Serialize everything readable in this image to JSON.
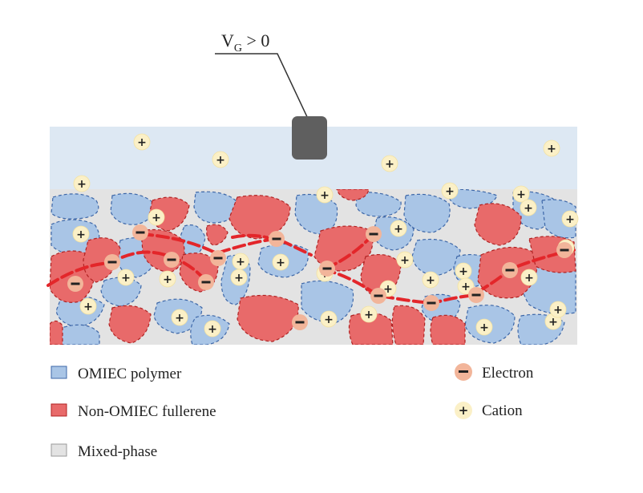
{
  "gate": {
    "label_main": "V",
    "label_sub": "G",
    "label_rest": " > 0"
  },
  "particles": {
    "cation_symbol": "+",
    "electron_symbol": "−"
  },
  "legend": {
    "items": [
      {
        "label": "OMIEC polymer",
        "color": "#a9c5e6"
      },
      {
        "label": "Non-OMIEC fullerene",
        "color": "#e86a6a"
      },
      {
        "label": "Mixed-phase",
        "color": "#e3e3e3"
      }
    ],
    "electron": {
      "label": "Electron",
      "color": "#f2b59a"
    },
    "cation": {
      "label": "Cation",
      "color": "#fbf0c7"
    }
  },
  "colors": {
    "electrolyte": "#dde8f3",
    "mixed_phase": "#e3e3e3",
    "polymer": "#a9c5e6",
    "fullerene": "#e86a6a",
    "electrode": "#5f5f5f"
  }
}
